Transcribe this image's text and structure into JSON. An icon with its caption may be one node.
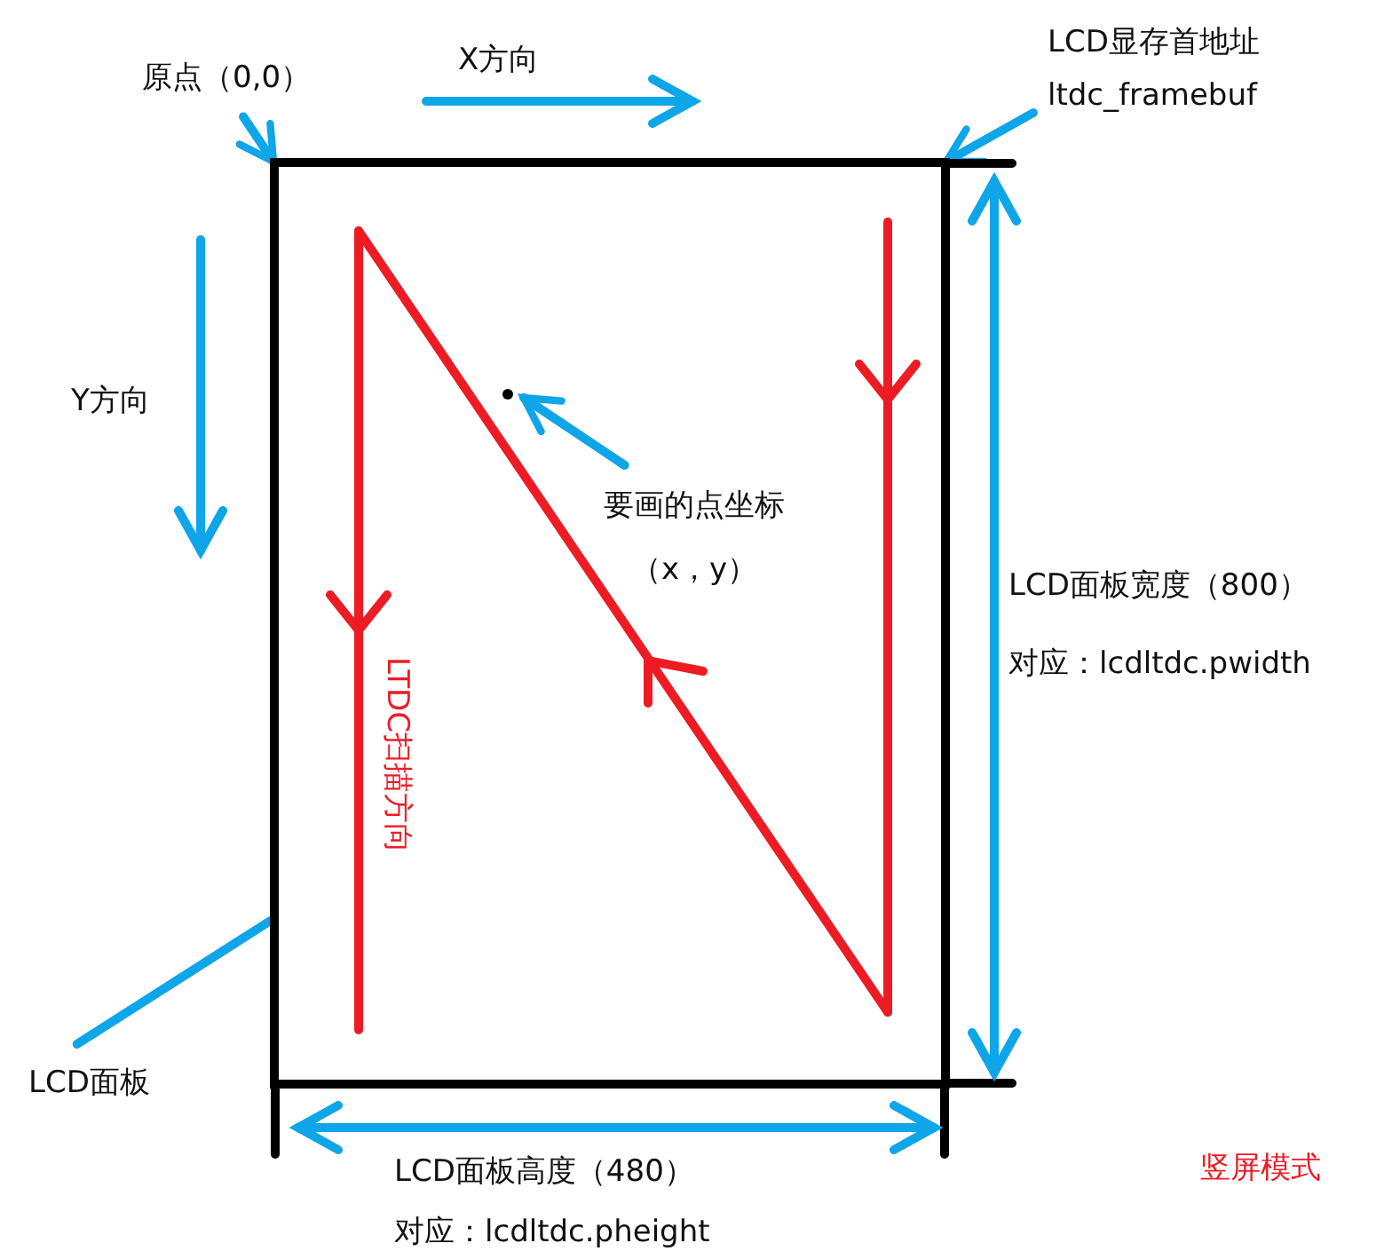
{
  "diagram": {
    "nodes": [
      {
        "text": [
          "原点（0,0）"
        ]
      },
      {
        "text": [
          "LCD显存首地址",
          "ltdc_framebuf"
        ]
      },
      {
        "text": [],
        "shape": "box"
      },
      {
        "text": [
          "要画的点坐标（x，y）"
        ],
        "in": 2
      },
      {
        "text": [],
        "shape": "circle",
        "in": 2
      },
      {
        "text": [
          "LCD面板"
        ]
      }
    ],
    "edges": [
      {
        "from": 0,
        "to": 2,
        "arrow": "to"
      },
      {
        "from": 1,
        "to": 2,
        "arrow": "to"
      },
      {
        "from": 3,
        "to": 4,
        "arrow": "to"
      },
      {
        "from": 5,
        "to": 2,
        "arrow": "none"
      }
    ],
    "labels": [
      "X方向",
      "Y方向",
      "LTDC扫描方向",
      "LCD面板宽度（800）",
      "对应：lcdltdc.pwidth",
      "LCD面板高度（480）",
      "对应：lcdltdc.pheight",
      "竖屏模式"
    ]
  }
}
